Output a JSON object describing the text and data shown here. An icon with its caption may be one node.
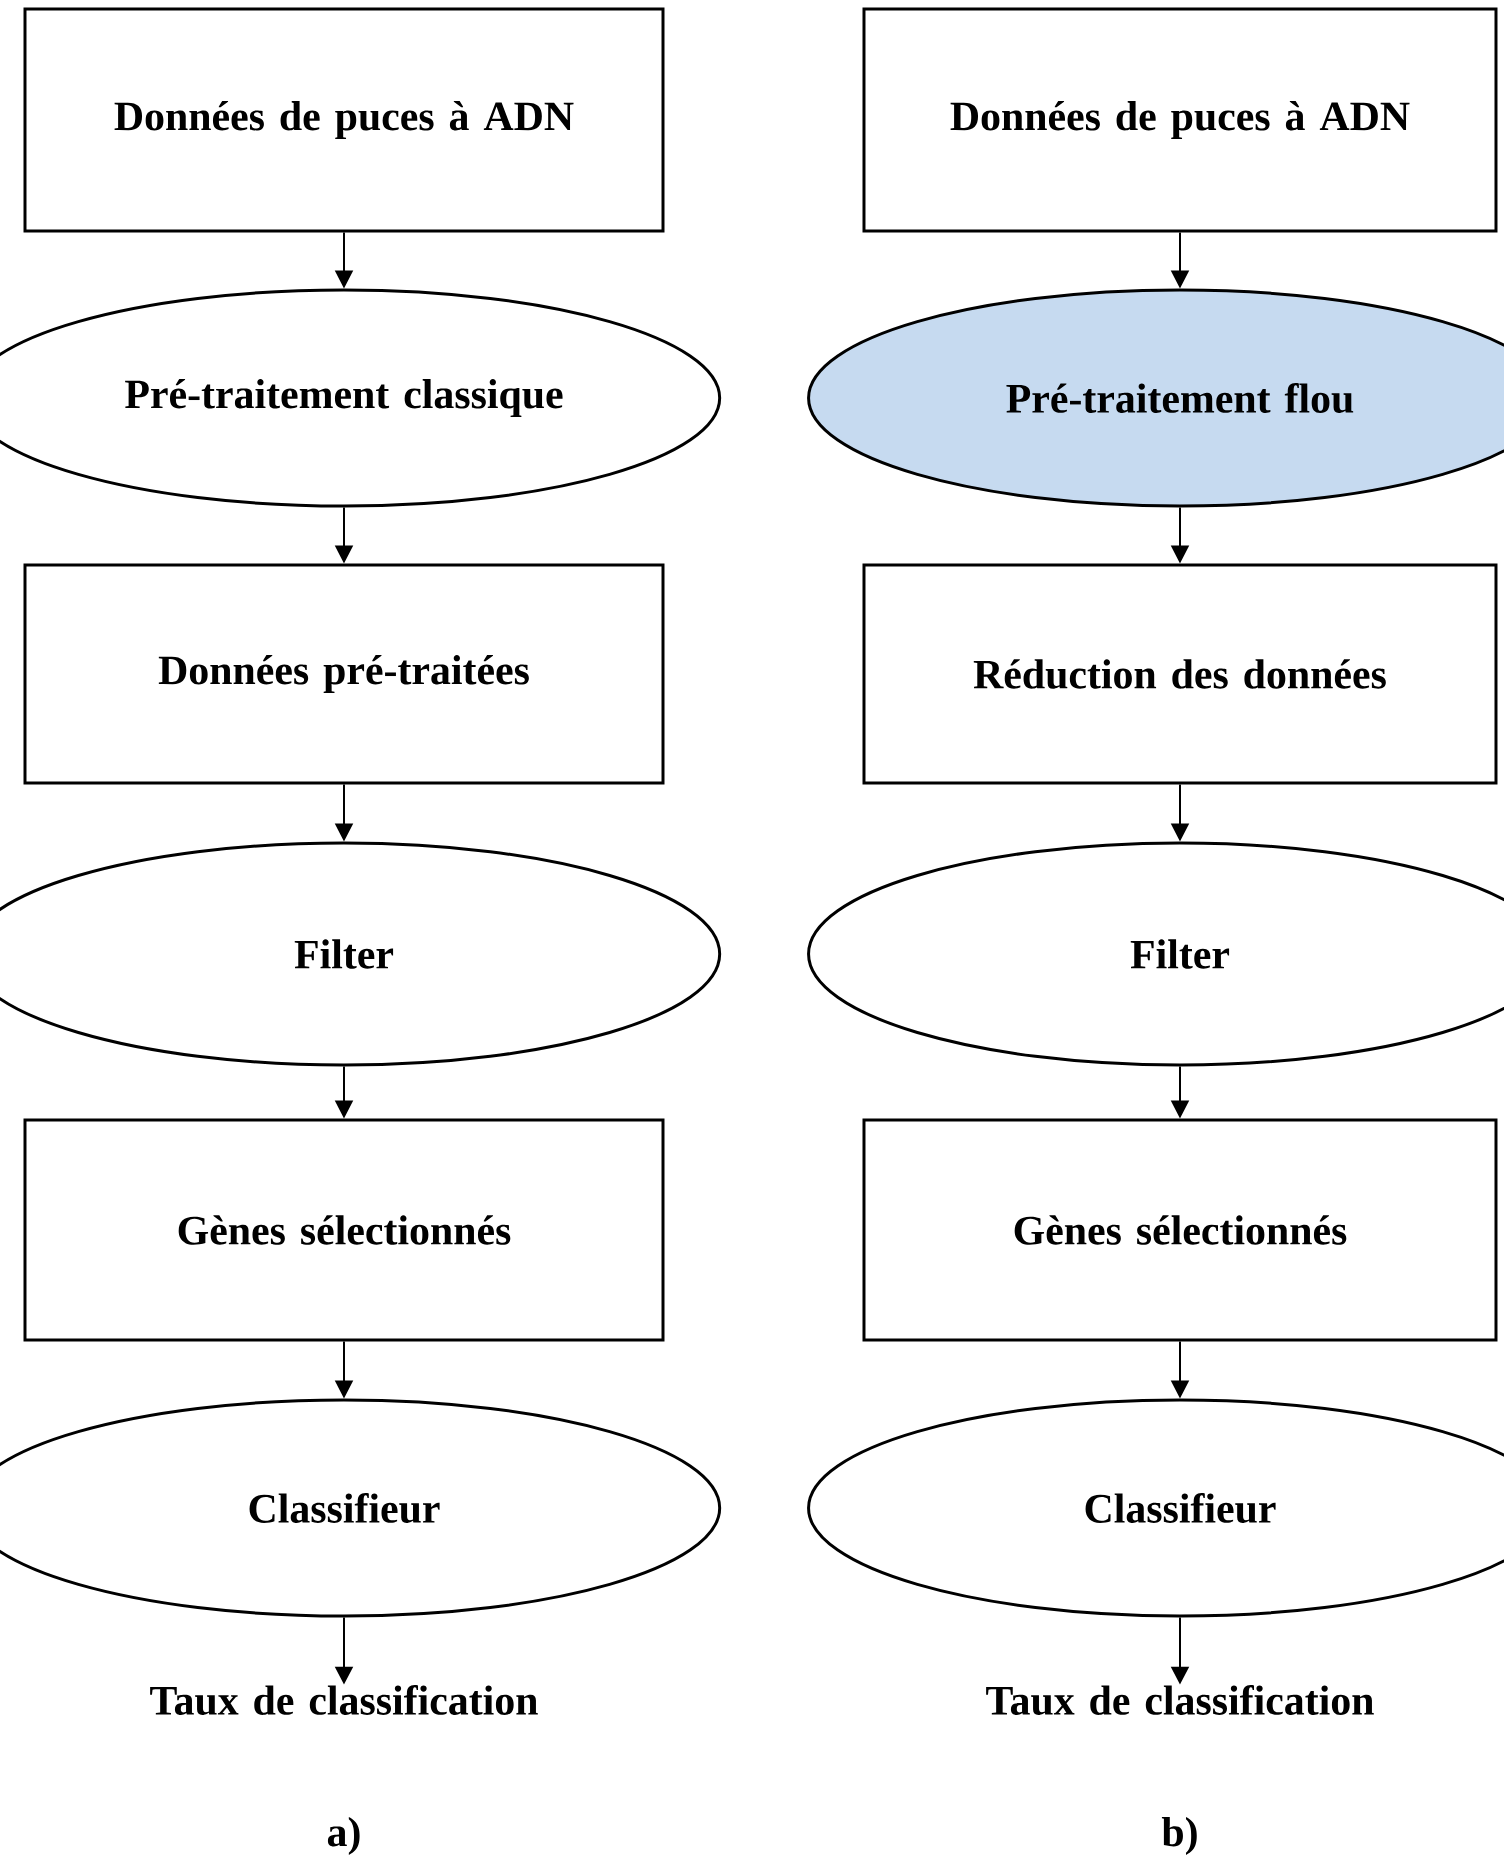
{
  "diagram": {
    "nodes": [
      {
        "text": [
          "Données de puces à ADN"
        ]
      },
      {
        "text": [
          "Pré-traitement classique"
        ]
      },
      {
        "text": [
          "Données pré-traitées"
        ]
      },
      {
        "text": [
          "Filter"
        ]
      },
      {
        "text": [
          "Gènes sélectionnés"
        ]
      },
      {
        "text": [
          "Classifieur"
        ]
      },
      {
        "text": [
          "Taux de classification"
        ]
      },
      {
        "text": [
          "Données de puces à ADN"
        ]
      },
      {
        "text": [
          "Pré-traitement flou"
        ]
      },
      {
        "text": [
          "Réduction des données"
        ]
      },
      {
        "text": [
          "Filter"
        ]
      },
      {
        "text": [
          "Gènes sélectionnés"
        ]
      },
      {
        "text": [
          "Classifieur"
        ]
      },
      {
        "text": [
          "Taux de classification"
        ]
      }
    ],
    "edges": [
      {
        "from": 0,
        "to": 1,
        "arrow": "to"
      },
      {
        "from": 1,
        "to": 2,
        "arrow": "to"
      },
      {
        "from": 2,
        "to": 3,
        "arrow": "to"
      },
      {
        "from": 3,
        "to": 4,
        "arrow": "to"
      },
      {
        "from": 4,
        "to": 5,
        "arrow": "to"
      },
      {
        "from": 5,
        "to": 6,
        "arrow": "to"
      },
      {
        "from": 7,
        "to": 8,
        "arrow": "to"
      },
      {
        "from": 8,
        "to": 9,
        "arrow": "to"
      },
      {
        "from": 9,
        "to": 10,
        "arrow": "to"
      },
      {
        "from": 10,
        "to": 11,
        "arrow": "to"
      },
      {
        "from": 11,
        "to": 12,
        "arrow": "to"
      },
      {
        "from": 12,
        "to": 13,
        "arrow": "to"
      }
    ],
    "labels": [
      "a)",
      "b)"
    ]
  }
}
